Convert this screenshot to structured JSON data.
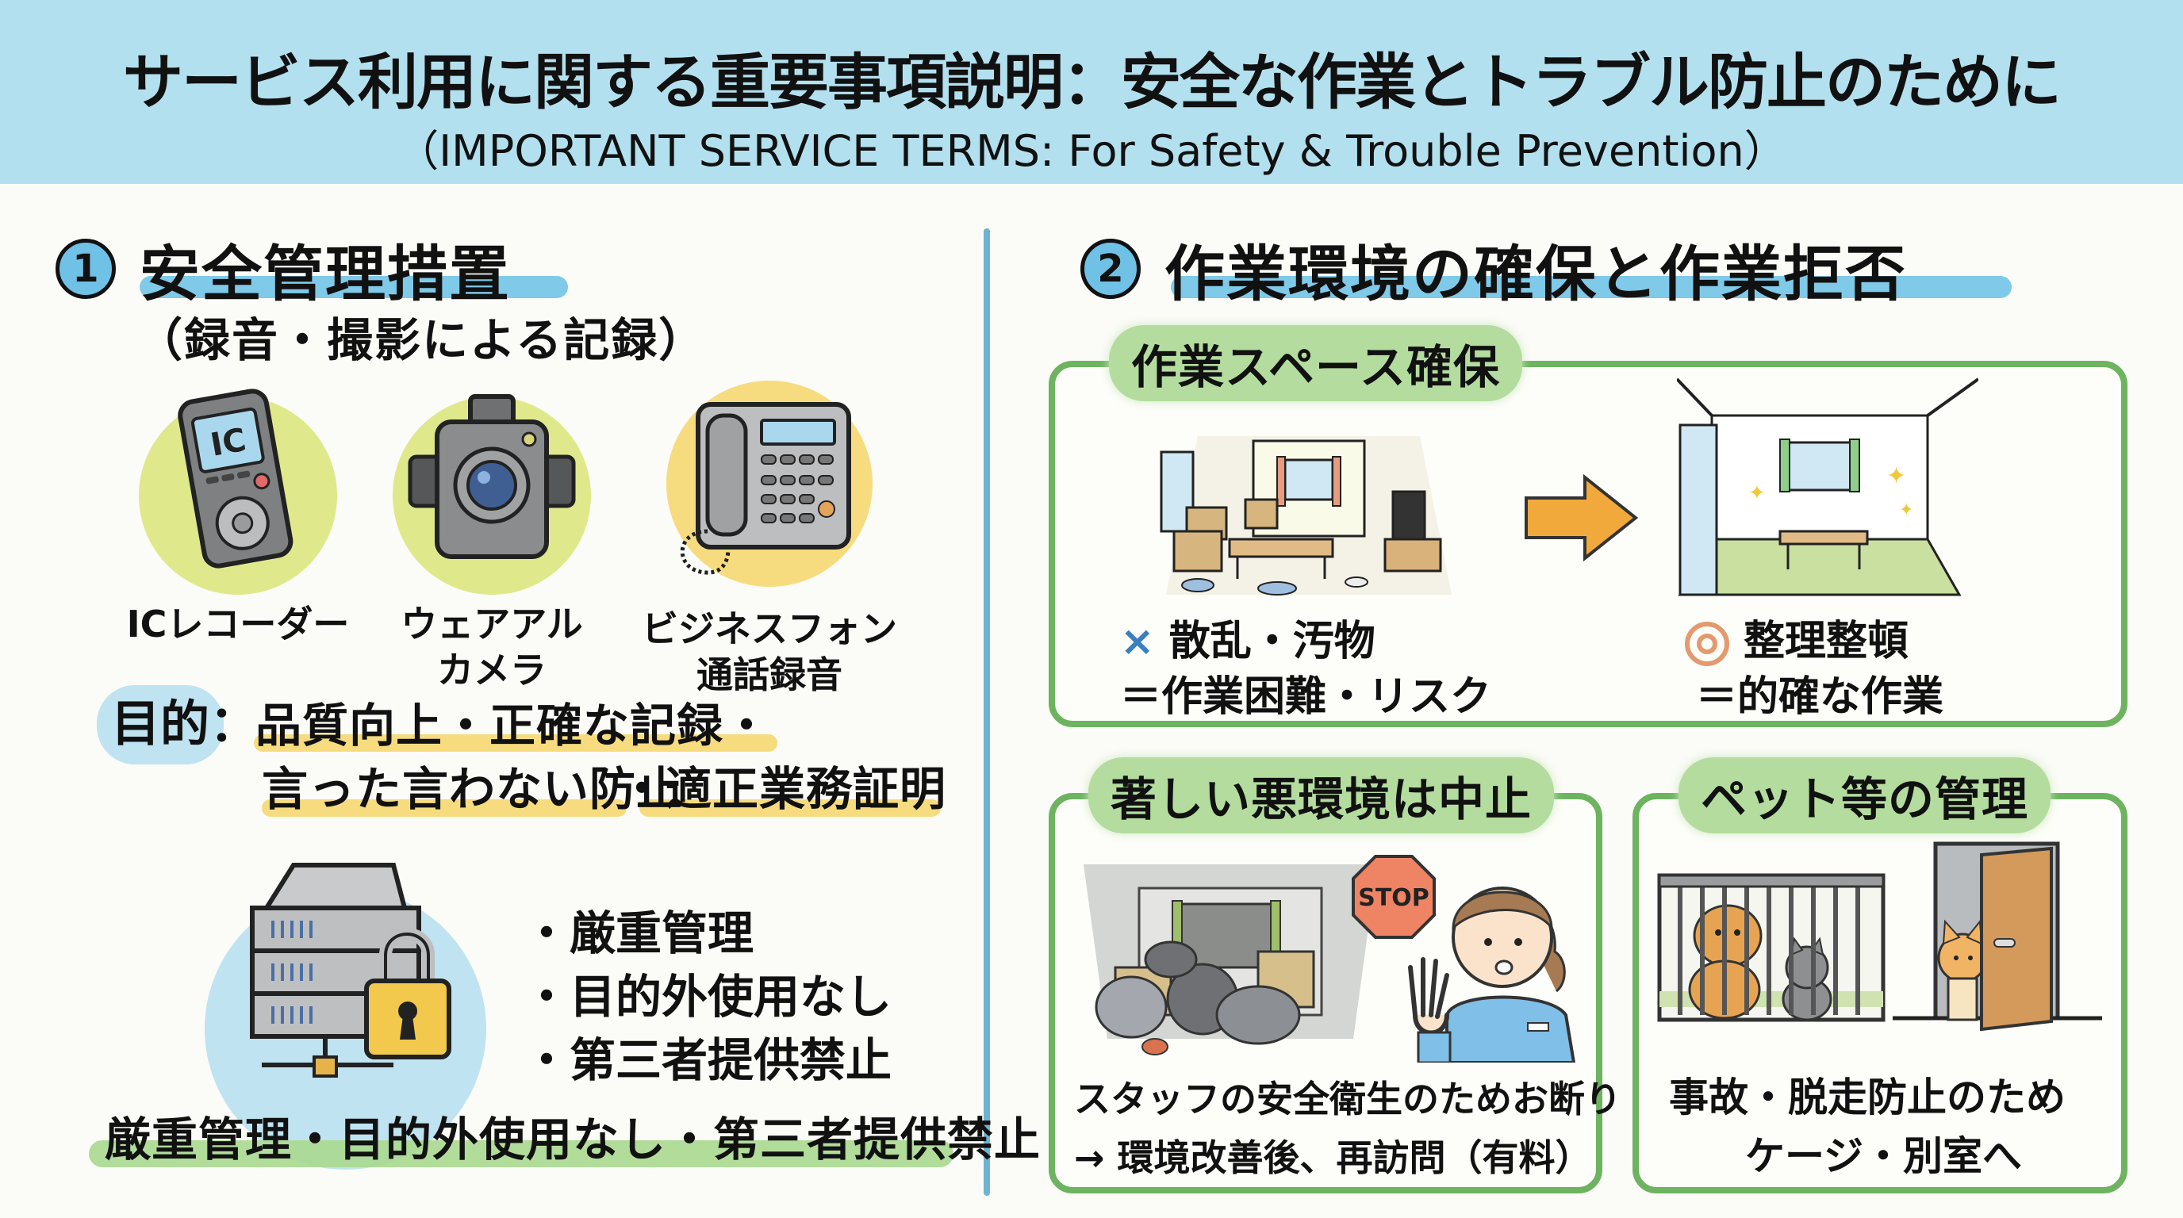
{
  "header": {
    "title": "サービス利用に関する重要事項説明：安全な作業とトラブル防止のために",
    "subtitle": "（IMPORTANT SERVICE TERMS: For Safety & Trouble Prevention）"
  },
  "section1": {
    "number": "1",
    "title": "安全管理措置",
    "subtitle": "（録音・撮影による記録）",
    "devices": [
      {
        "icon": "ic-recorder-icon",
        "label_lines": [
          "ICレコーダー"
        ],
        "screen_text": "IC"
      },
      {
        "icon": "wearable-camera-icon",
        "label_lines": [
          "ウェアアル",
          "カメラ"
        ]
      },
      {
        "icon": "business-phone-icon",
        "label_lines": [
          "ビジネスフォン",
          "通話録音"
        ]
      }
    ],
    "purpose": {
      "label": "目的：",
      "line1": "品質向上・正確な記録・",
      "line2_a": "言った言わない防止",
      "line2_b": "・適正業務証明"
    },
    "data_management": {
      "icon": "secure-server-icon",
      "bullets": [
        "・厳重管理",
        "・目的外使用なし",
        "・第三者提供禁止"
      ],
      "summary": "厳重管理・目的外使用なし・第三者提供禁止"
    }
  },
  "section2": {
    "number": "2",
    "title": "作業環境の確保と作業拒否",
    "workspace": {
      "label": "作業スペース確保",
      "bad": {
        "mark": "×",
        "line1": "散乱・汚物",
        "line2": "＝作業困難・リスク"
      },
      "good": {
        "line1": "整理整頓",
        "line2": "＝的確な作業"
      }
    },
    "hazard": {
      "label": "著しい悪環境は中止",
      "stop_sign": "STOP",
      "line1": "スタッフの安全衛生のためお断り",
      "line2": "→ 環境改善後、再訪問（有料）"
    },
    "pets": {
      "label": "ペット等の管理",
      "line1": "事故・脱走防止のため",
      "line2": "ケージ・別室へ"
    }
  },
  "colors": {
    "header_bg": "#b3e0ee",
    "accent_blue": "#6fc1e6",
    "panel_green": "#6db360",
    "label_green": "#b3dc9e",
    "highlight_yellow": "#f5d66a",
    "arrow_orange": "#f2a93b"
  }
}
